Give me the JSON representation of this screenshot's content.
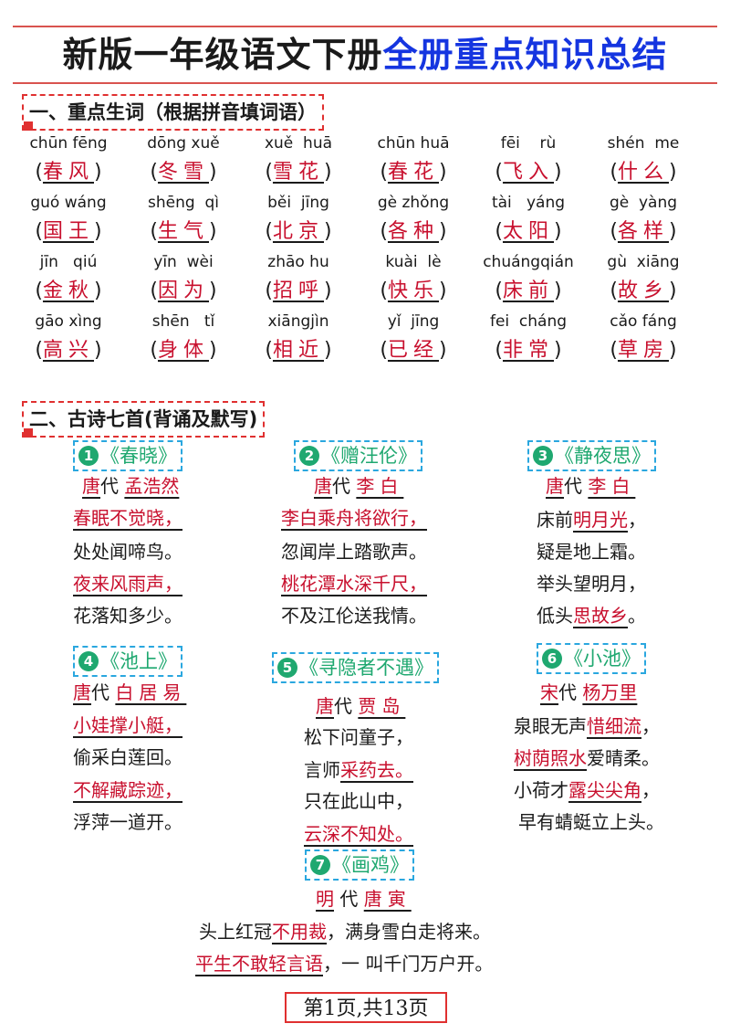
{
  "title": {
    "black": "新版一年级语文下册",
    "blue": "全册重点知识总结"
  },
  "section1": {
    "heading": "一、重点生词（根据拼音填词语）",
    "rows": [
      [
        {
          "py": "chūn fēng",
          "w": "春风"
        },
        {
          "py": "dōng xuě",
          "w": "冬雪"
        },
        {
          "py": "xuě  huā",
          "w": "雪花"
        },
        {
          "py": "chūn huā",
          "w": "春花"
        },
        {
          "py": "fēi    rù",
          "w": "飞入"
        },
        {
          "py": "shén  me",
          "w": "什么"
        }
      ],
      [
        {
          "py": "guó wáng",
          "w": "国王"
        },
        {
          "py": "shēng  qì",
          "w": "生气"
        },
        {
          "py": "běi  jīng",
          "w": "北京"
        },
        {
          "py": "gè zhǒng",
          "w": "各种"
        },
        {
          "py": "tài   yáng",
          "w": "太阳"
        },
        {
          "py": "gè  yàng",
          "w": "各样"
        }
      ],
      [
        {
          "py": "jīn   qiú",
          "w": "金秋"
        },
        {
          "py": "yīn  wèi",
          "w": "因为"
        },
        {
          "py": "zhāo hu",
          "w": "招呼"
        },
        {
          "py": "kuài  lè",
          "w": "快乐"
        },
        {
          "py": "chuángqián",
          "w": "床前"
        },
        {
          "py": "gù  xiāng",
          "w": "故乡"
        }
      ],
      [
        {
          "py": "gāo xìng",
          "w": "高兴"
        },
        {
          "py": "shēn   tǐ",
          "w": "身体"
        },
        {
          "py": "xiāngjìn",
          "w": "相近"
        },
        {
          "py": "yǐ  jīng",
          "w": "已经"
        },
        {
          "py": "fei  cháng",
          "w": "非常"
        },
        {
          "py": "cǎo fáng",
          "w": "草房"
        }
      ]
    ]
  },
  "section2": {
    "heading": "二、古诗七首(背诵及默写)",
    "poems": [
      {
        "num": "1",
        "title": "《春晓》",
        "dynasty": "唐",
        "dai": "代",
        "author": "孟浩然",
        "lines": [
          {
            "red": "春眠不觉晓，",
            "rest": ""
          },
          {
            "red": "",
            "rest": "处处闻啼鸟。"
          },
          {
            "red": "夜来风雨声，",
            "rest": ""
          },
          {
            "red": "",
            "rest": "花落知多少。"
          }
        ]
      },
      {
        "num": "2",
        "title": "《赠汪伦》",
        "dynasty": "唐",
        "dai": "代",
        "author": "李白",
        "lines": [
          {
            "red": "李白乘舟将欲行，",
            "rest": ""
          },
          {
            "red": "",
            "rest": "忽闻岸上踏歌声。"
          },
          {
            "red": "桃花潭水深千尺，",
            "rest": ""
          },
          {
            "red": "",
            "rest": "不及江伦送我情。"
          }
        ]
      },
      {
        "num": "3",
        "title": "《静夜思》",
        "dynasty": "唐",
        "dai": "代",
        "author": "李白",
        "lines": [
          {
            "pre": "床前",
            "red": "明月光",
            "post": "，"
          },
          {
            "pre": "疑是地上霜。",
            "red": "",
            "post": ""
          },
          {
            "pre": "举头望明月，",
            "red": "",
            "post": ""
          },
          {
            "pre": "低头",
            "red": "思故乡",
            "post": "。"
          }
        ]
      },
      {
        "num": "4",
        "title": "《池上》",
        "dynasty": "唐",
        "dai": "代",
        "author": "白居易",
        "lines": [
          {
            "red": "小娃撑小艇，",
            "rest": ""
          },
          {
            "red": "",
            "rest": "偷采白莲回。"
          },
          {
            "red": "不解藏踪迹，",
            "rest": ""
          },
          {
            "red": "",
            "rest": "浮萍一道开。"
          }
        ]
      },
      {
        "num": "5",
        "title": "《寻隐者不遇》",
        "dynasty": "唐",
        "dai": "代",
        "author": "贾岛",
        "lines": [
          {
            "pre": "松下问童子，",
            "red": "",
            "post": ""
          },
          {
            "pre": "言师",
            "red": "采药去。",
            "post": ""
          },
          {
            "pre": "只在此山中，",
            "red": "",
            "post": ""
          },
          {
            "pre": "",
            "red": "云深不知处。",
            "post": ""
          }
        ]
      },
      {
        "num": "6",
        "title": "《小池》",
        "dynasty": "宋",
        "dai": "代",
        "author": "杨万里",
        "lines": [
          {
            "pre": "泉眼无声",
            "red": "惜细流",
            "post": "，"
          },
          {
            "pre": "",
            "red": "树荫照水",
            "post": "爱晴柔。"
          },
          {
            "pre": "小荷才",
            "red": "露尖尖角",
            "post": "，"
          },
          {
            "pre": "早有蜻蜓立上头。",
            "red": "",
            "post": ""
          }
        ]
      },
      {
        "num": "7",
        "title": "《画鸡》",
        "dynasty": "明",
        "dai": "代",
        "author": "唐寅",
        "lines": [
          {
            "pre": "头上红冠",
            "red": "不用裁",
            "post": "，满身雪白走将来。"
          },
          {
            "pre": "",
            "red": "平生不敢轻言语",
            "post": "，一 叫千门万户开。"
          }
        ]
      }
    ]
  },
  "footer": "第1页,共13页",
  "colors": {
    "red": "#c8102e",
    "blue": "#1535e0",
    "green": "#1fa870",
    "cyan": "#2aa7df"
  }
}
